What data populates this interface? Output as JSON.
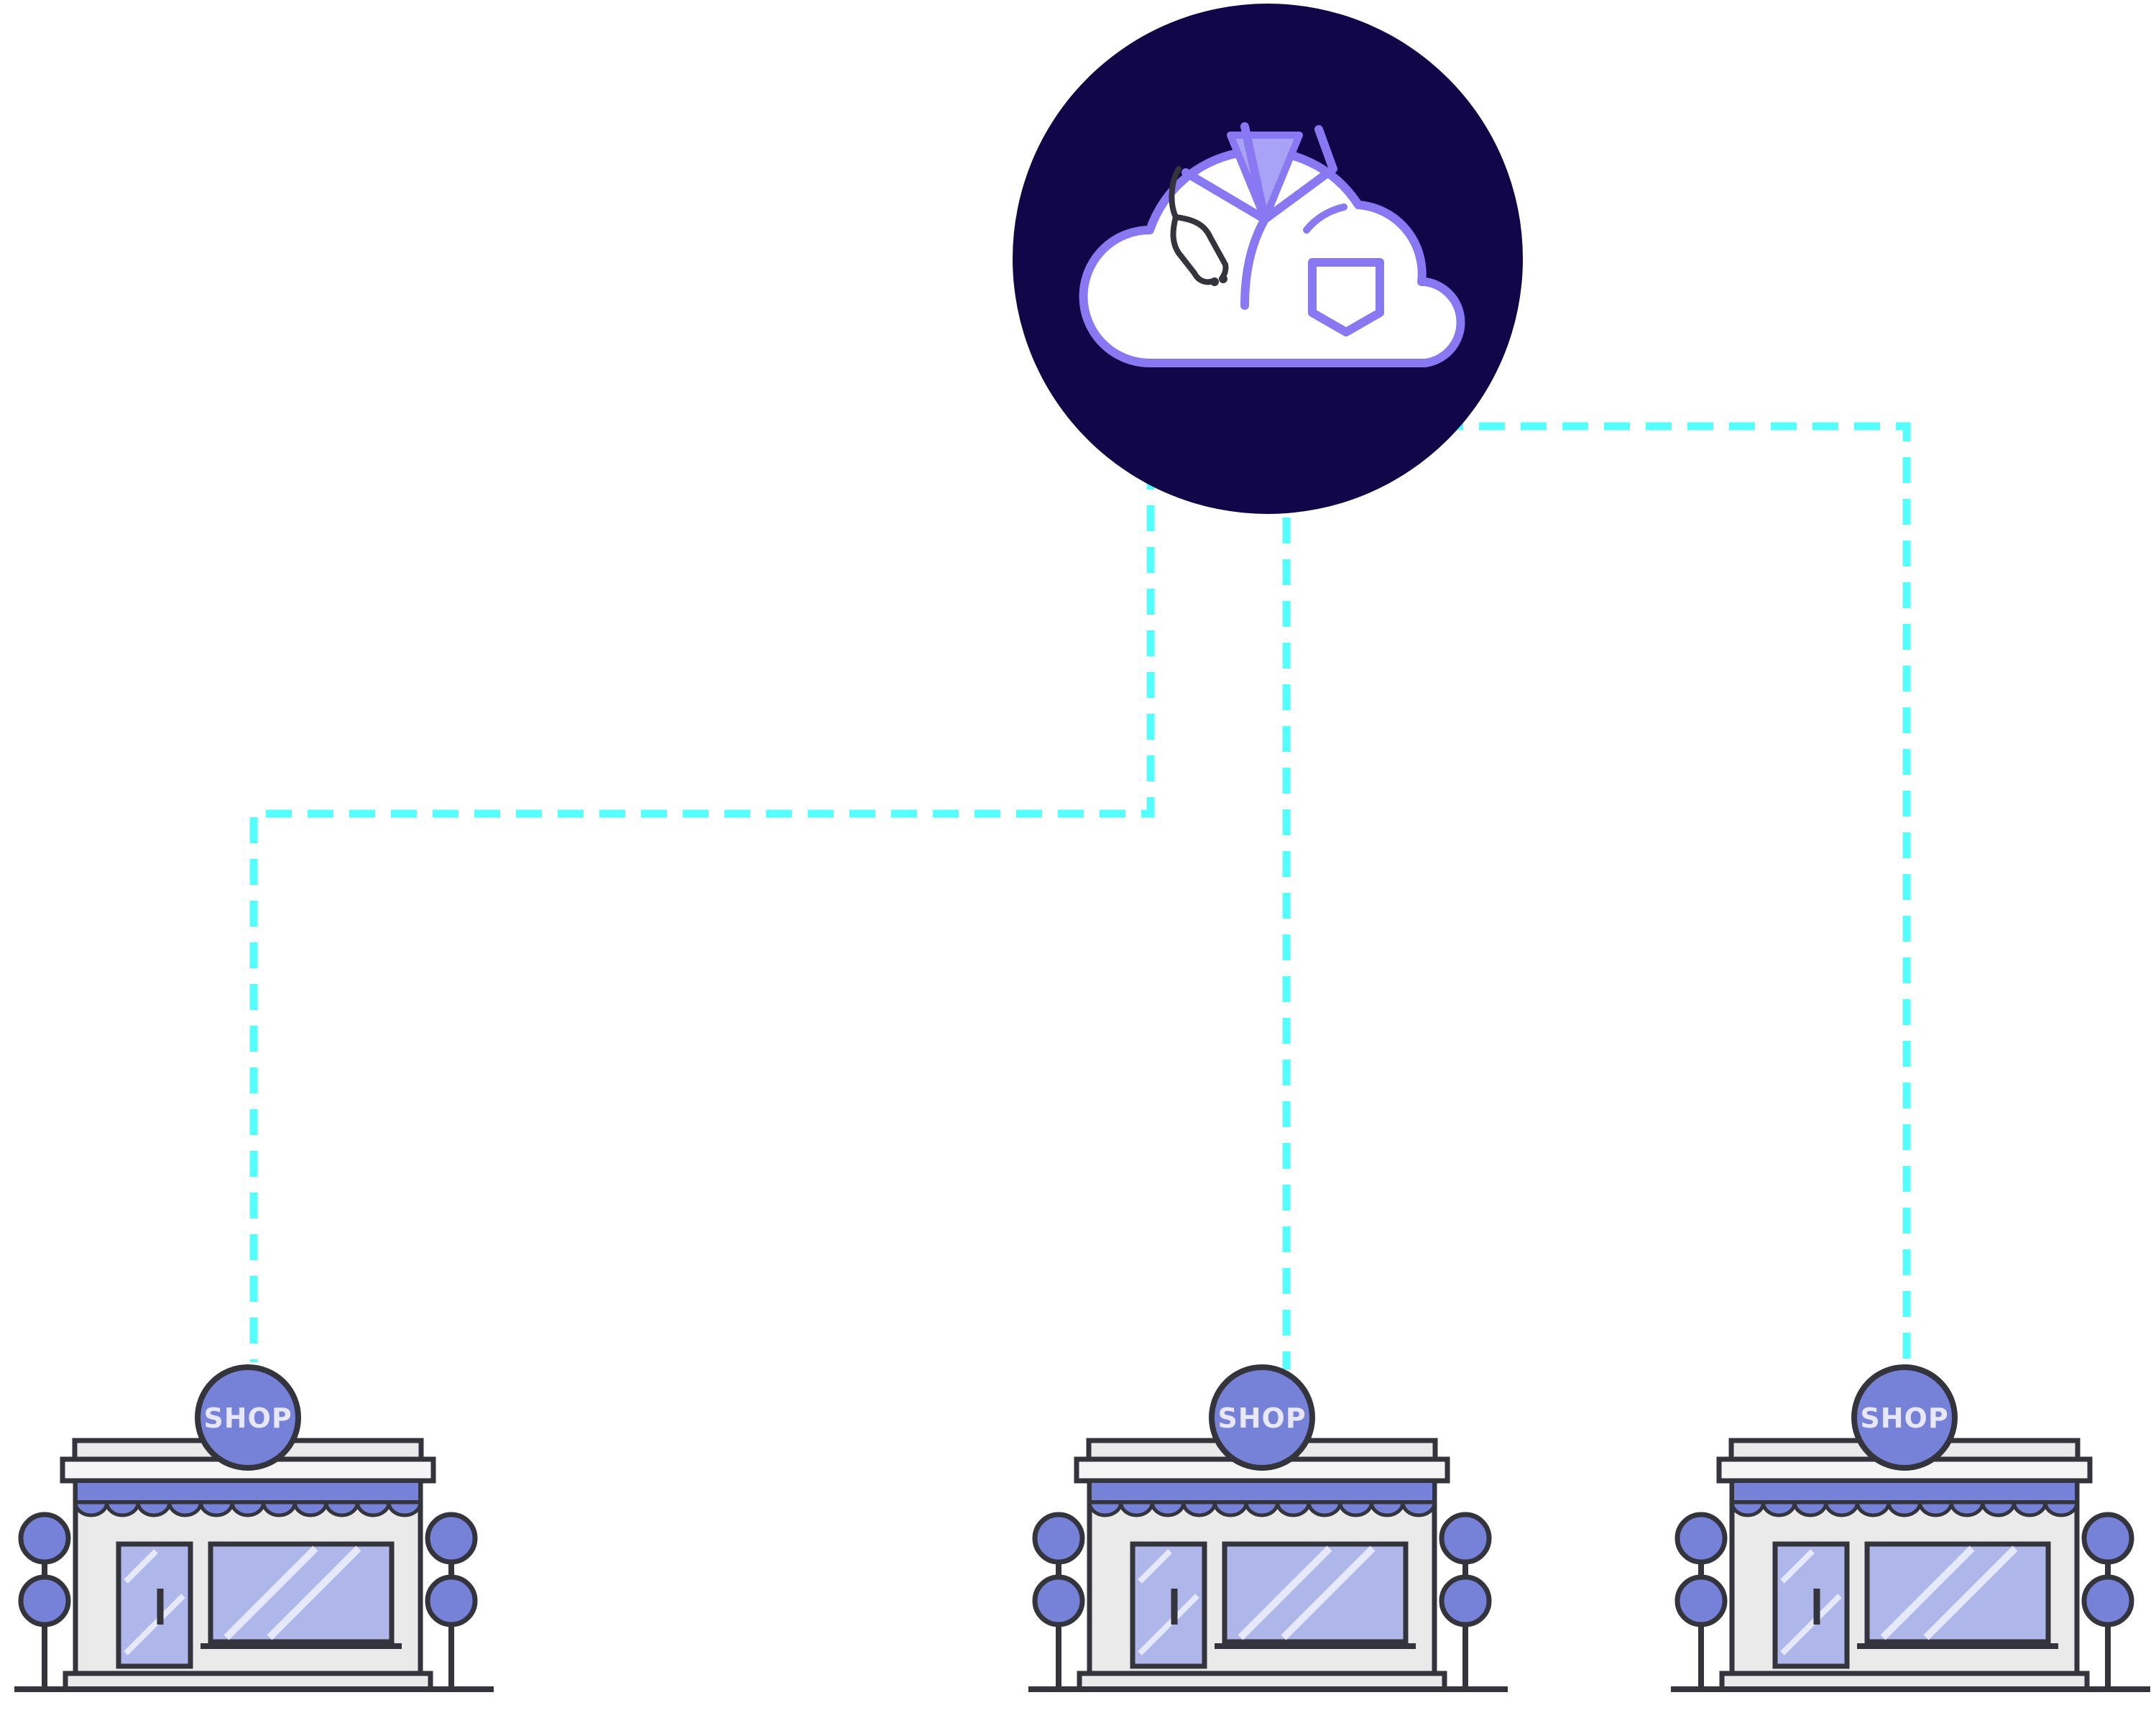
{
  "colors": {
    "connector": "#55ffff",
    "cloud_badge": "#110647",
    "accent_purple": "#8878f2",
    "light_purple": "#a9a3f7",
    "shop_purple": "#7681d8",
    "glass": "#aeb6ea",
    "outline": "#33343c",
    "wall": "#eaeaea"
  },
  "hub": {
    "icon": "cloud-doctor-icon"
  },
  "shops": [
    {
      "sign": "SHOP",
      "icon": "storefront-icon"
    },
    {
      "sign": "SHOP",
      "icon": "storefront-icon"
    },
    {
      "sign": "SHOP",
      "icon": "storefront-icon"
    }
  ]
}
